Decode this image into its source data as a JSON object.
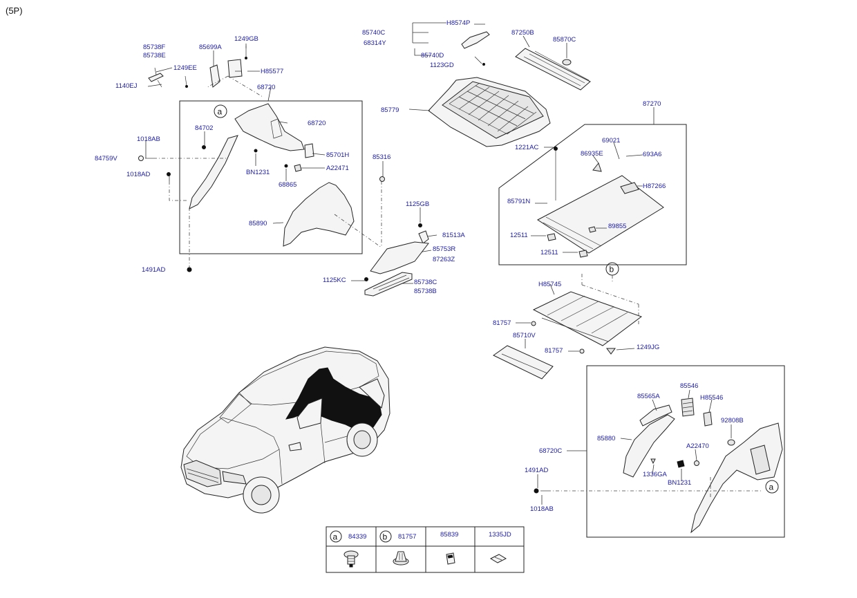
{
  "header": {
    "variant": "(5P)"
  },
  "callouts": {
    "a": "a",
    "b": "b"
  },
  "labels": {
    "p85738F": "85738F",
    "p85738E": "85738E",
    "p85699A": "85699A",
    "p1249GB": "1249GB",
    "p1249EE": "1249EE",
    "pH85577": "H85577",
    "p1140EJ": "1140EJ",
    "p68720_top": "68720",
    "p68720_side": "68720",
    "p84702": "84702",
    "p1018AB_left": "1018AB",
    "p84759V": "84759V",
    "p1018AD": "1018AD",
    "p85701H": "85701H",
    "pBN1231_left": "BN1231",
    "pA22471": "A22471",
    "p68865": "68865",
    "p85890": "85890",
    "p1491AD_left": "1491AD",
    "p85740C": "85740C",
    "p68314Y": "68314Y",
    "pH8574P": "H8574P",
    "p85740D": "85740D",
    "p1123GD": "1123GD",
    "p87250B": "87250B",
    "p85870C": "85870C",
    "p85779": "85779",
    "p85316": "85316",
    "p1125GB": "1125GB",
    "p81513A": "81513A",
    "p85753R": "85753R",
    "p87263Z": "87263Z",
    "p1125KC": "1125KC",
    "p85738C": "85738C",
    "p85738B": "85738B",
    "p87270": "87270",
    "p1221AC": "1221AC",
    "p69021": "69021",
    "p86935E": "86935E",
    "p693A6": "693A6",
    "pH87266": "H87266",
    "p85791N": "85791N",
    "p89855": "89855",
    "p12511_a": "12511",
    "p12511_b": "12511",
    "pH85745": "H85745",
    "p81757_a": "81757",
    "p85710V": "85710V",
    "p81757_b": "81757",
    "p1249JG": "1249JG",
    "p85565A": "85565A",
    "p85546": "85546",
    "pH85546": "H85546",
    "p92808B": "92808B",
    "p85880": "85880",
    "pA22470": "A22470",
    "p68720C": "68720C",
    "p1336GA": "1336GA",
    "pBN1231_right": "BN1231",
    "p1491AD_right": "1491AD",
    "p1018AB_right": "1018AB"
  },
  "legend_table": {
    "columns": [
      {
        "callout": "a",
        "part": "84339"
      },
      {
        "callout": "b",
        "part": "81757"
      },
      {
        "callout": "",
        "part": "85839"
      },
      {
        "callout": "",
        "part": "1335JD"
      }
    ]
  }
}
